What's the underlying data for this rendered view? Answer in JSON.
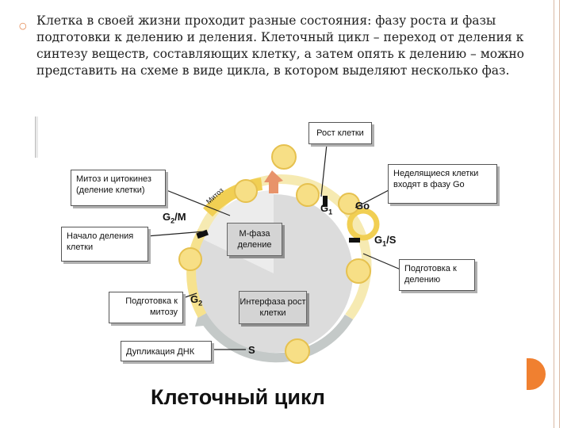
{
  "intro_text": "Клетка в своей жизни проходит разные состояния: фазу роста и фазы подготовки к делению и деления. Клеточный цикл – переход от деления к синтезу веществ, составляющих клетку, а затем опять к делению – можно представить на схеме в виде цикла, в котором выделяют несколько фаз.",
  "diagram": {
    "title": "Клеточный цикл",
    "labels": {
      "cell_growth": "Рост клетки",
      "mitosis_cytokinesis": "Митоз и цитокинез (деление клетки)",
      "non_dividing": "Неделящиеся клетки входят в фазу Go",
      "division_start": "Начало деления клетки",
      "prep_division": "Подготовка к делению",
      "prep_mitosis": "Подготовка к митозу",
      "dna_duplication": "Дупликация ДНК"
    },
    "center_boxes": {
      "m_phase": "М-фаза деление",
      "interphase": "Интерфаза рост клетки"
    },
    "phases": {
      "g1": "G",
      "g1_sub": "1",
      "go": "Go",
      "g1s_a": "G",
      "g1s_sub": "1",
      "g1s_b": "/S",
      "g2m_a": "G",
      "g2m_sub": "2",
      "g2m_b": "/M",
      "g2": "G",
      "g2_sub": "2",
      "s": "S",
      "mitosis_arc": "Митоз"
    }
  }
}
